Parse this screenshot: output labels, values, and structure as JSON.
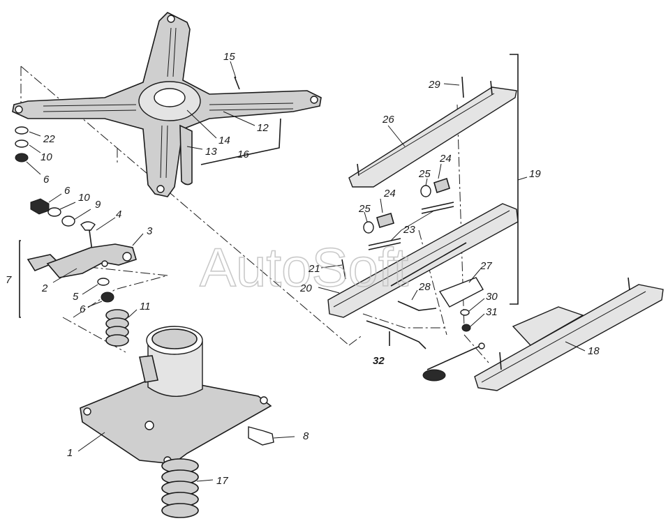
{
  "watermark": "AutoSoft",
  "labels": [
    {
      "id": "1",
      "text": "1"
    },
    {
      "id": "2",
      "text": "2"
    },
    {
      "id": "3",
      "text": "3"
    },
    {
      "id": "4",
      "text": "4"
    },
    {
      "id": "5",
      "text": "5"
    },
    {
      "id": "6a",
      "text": "6"
    },
    {
      "id": "6b",
      "text": "6"
    },
    {
      "id": "6c",
      "text": "6"
    },
    {
      "id": "7",
      "text": "7"
    },
    {
      "id": "8",
      "text": "8"
    },
    {
      "id": "9",
      "text": "9"
    },
    {
      "id": "10a",
      "text": "10"
    },
    {
      "id": "10b",
      "text": "10"
    },
    {
      "id": "11",
      "text": "11"
    },
    {
      "id": "12",
      "text": "12"
    },
    {
      "id": "13",
      "text": "13"
    },
    {
      "id": "14",
      "text": "14"
    },
    {
      "id": "15",
      "text": "15"
    },
    {
      "id": "16",
      "text": "16"
    },
    {
      "id": "17",
      "text": "17"
    },
    {
      "id": "18",
      "text": "18"
    },
    {
      "id": "19",
      "text": "19"
    },
    {
      "id": "20",
      "text": "20"
    },
    {
      "id": "21",
      "text": "21"
    },
    {
      "id": "22",
      "text": "22"
    },
    {
      "id": "23",
      "text": "23"
    },
    {
      "id": "24a",
      "text": "24"
    },
    {
      "id": "24b",
      "text": "24"
    },
    {
      "id": "25a",
      "text": "25"
    },
    {
      "id": "25b",
      "text": "25"
    },
    {
      "id": "26",
      "text": "26"
    },
    {
      "id": "27",
      "text": "27"
    },
    {
      "id": "28",
      "text": "28"
    },
    {
      "id": "29",
      "text": "29"
    },
    {
      "id": "30",
      "text": "30"
    },
    {
      "id": "31",
      "text": "31"
    },
    {
      "id": "32",
      "text": "32"
    }
  ]
}
